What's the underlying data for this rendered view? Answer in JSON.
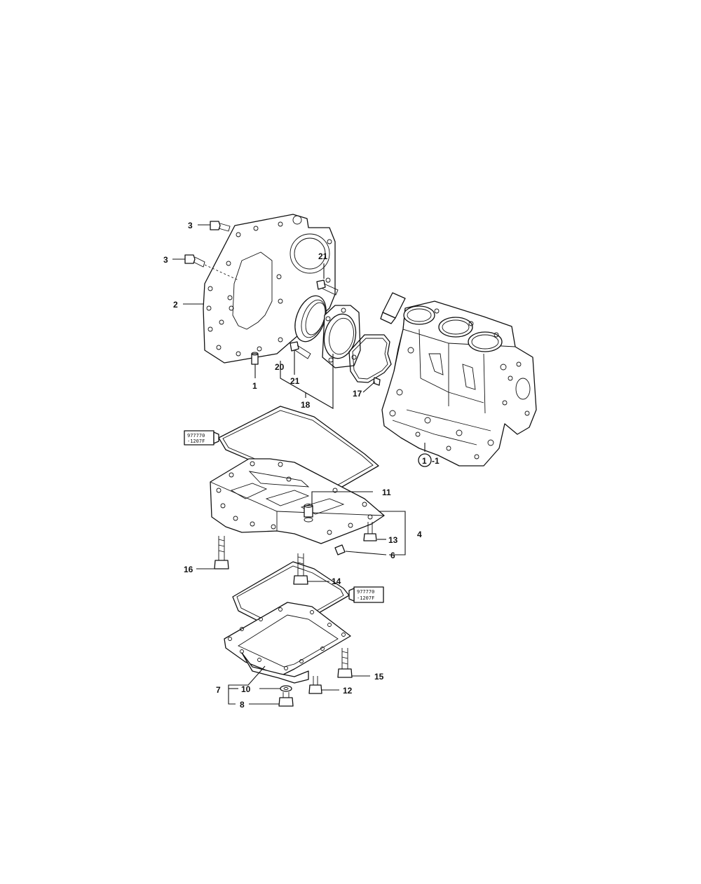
{
  "callouts": {
    "c1": "1",
    "c2": "2",
    "c3a": "3",
    "c3b": "3",
    "c4": "4",
    "c6": "6",
    "c7": "7",
    "c8": "8",
    "c10": "10",
    "c11": "11",
    "c12": "12",
    "c13": "13",
    "c14": "14",
    "c15": "15",
    "c16": "16",
    "c17": "17",
    "c18": "18",
    "c20": "20",
    "c21a": "21",
    "c21b": "21",
    "block_circle": "1",
    "block_suffix": "-1"
  },
  "sealant": {
    "line1": "977770",
    "line2": "-1207F"
  }
}
